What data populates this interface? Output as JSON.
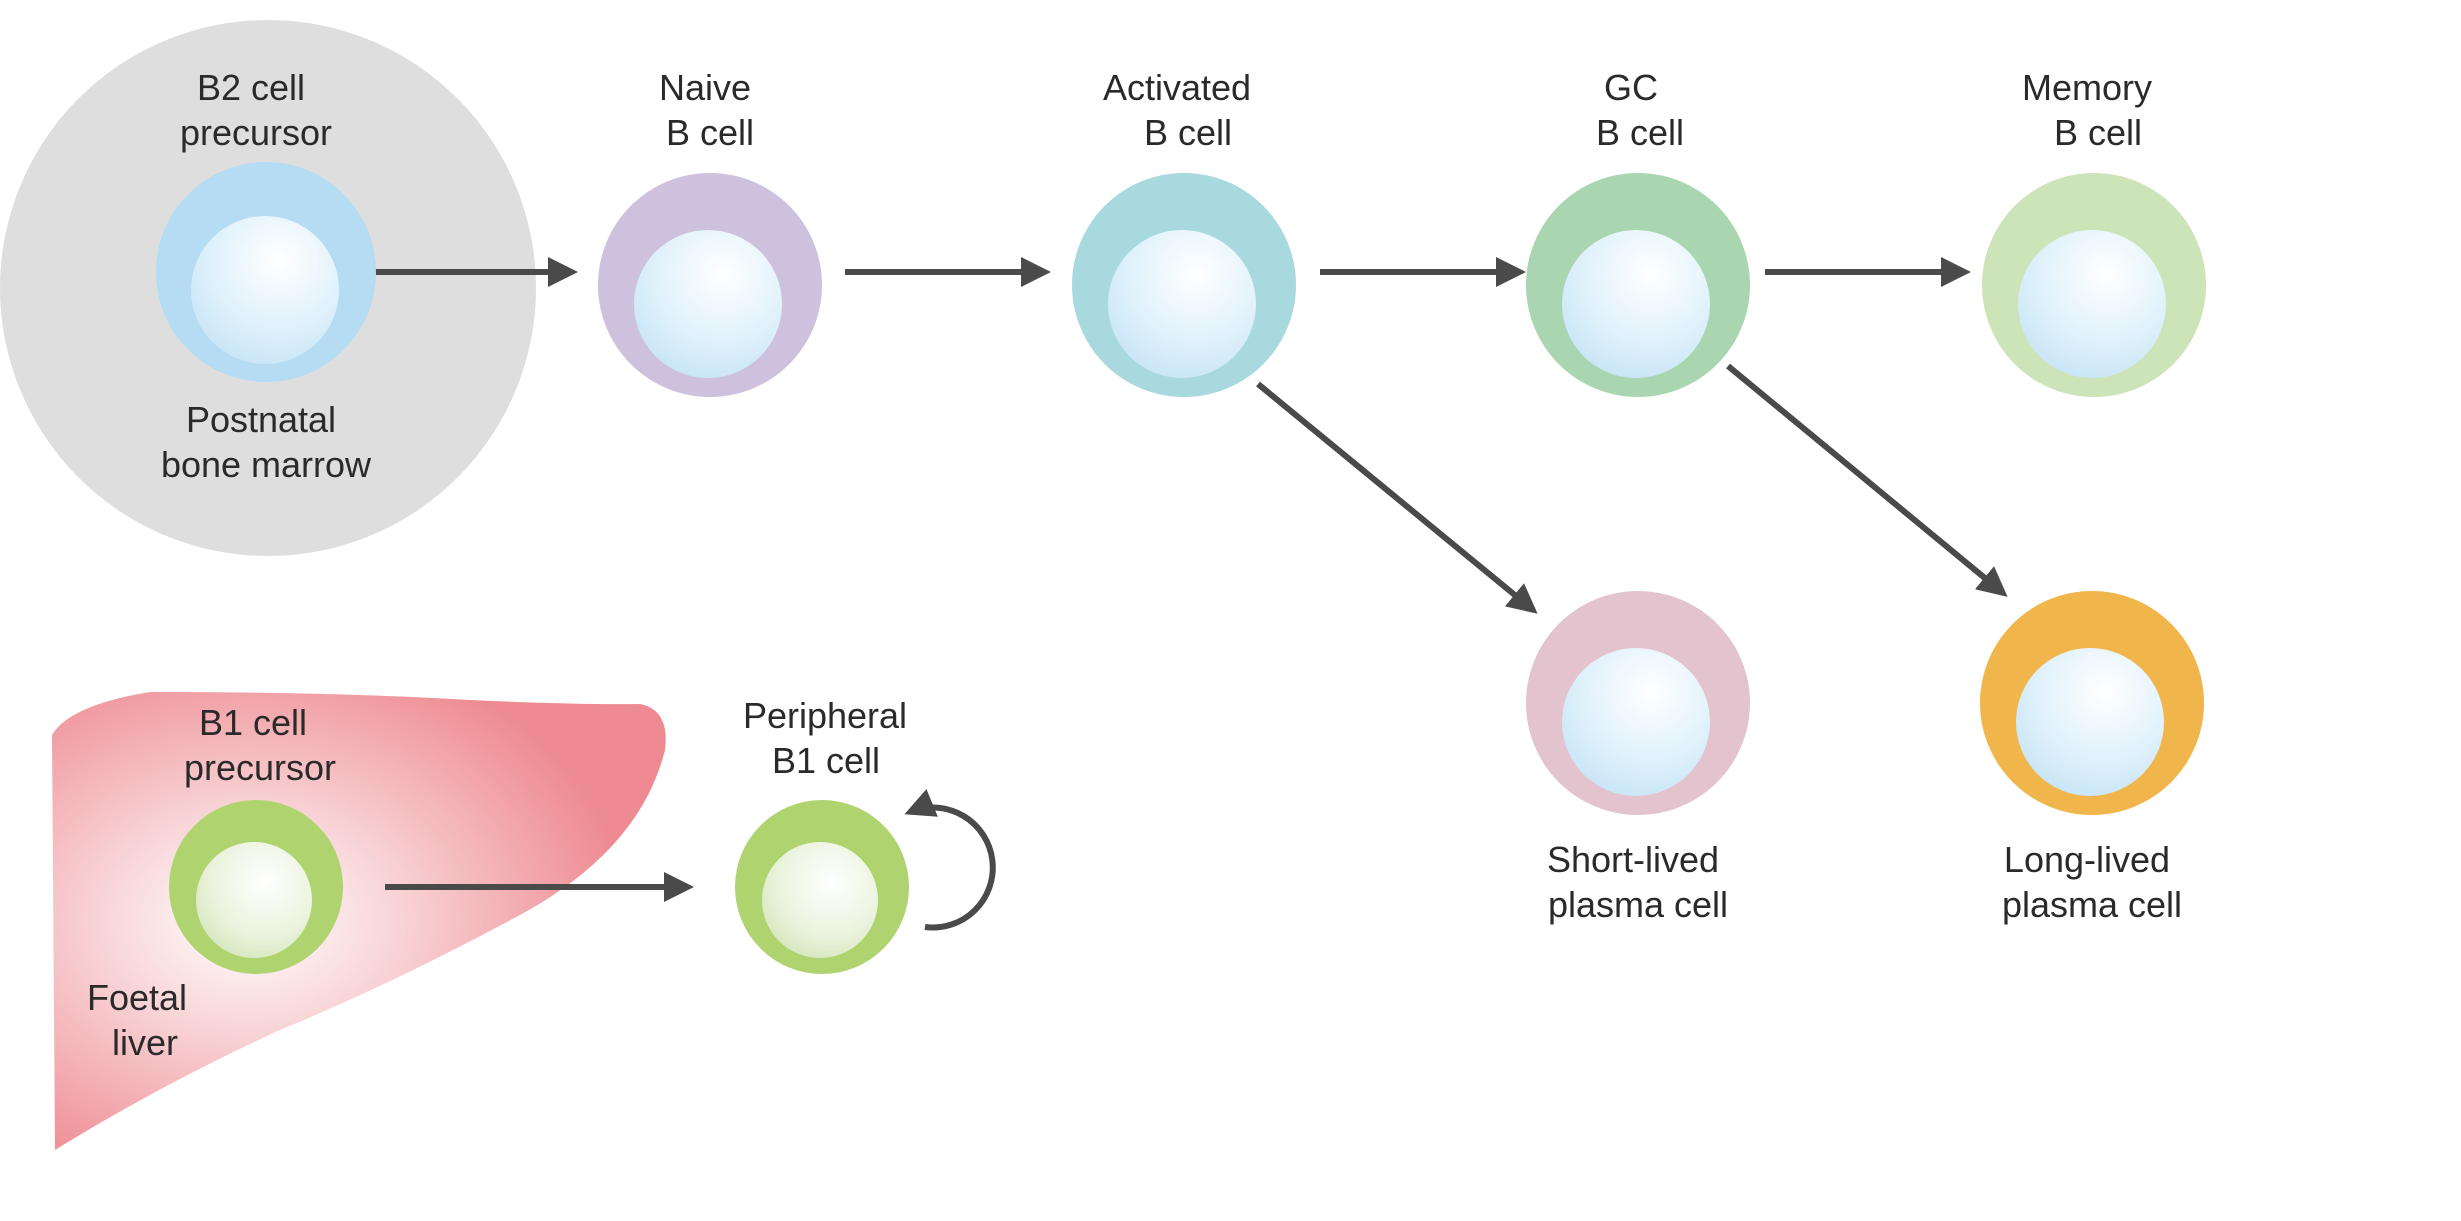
{
  "colors": {
    "bone_marrow_region": "#dedede",
    "b2_precursor": "#b5dcf2",
    "naive": "#cdc1de",
    "activated": "#a8d9de",
    "gc": "#a9d6b0",
    "memory": "#cde3b8",
    "short_lived": "#e3c3cd",
    "long_lived": "#f0b64c",
    "b1": "#afd46f",
    "liver": "#ef8a91",
    "nucleus_blue": "#c9e7f7",
    "nucleus_green": "#dcecc6",
    "arrow": "#4a4a4a"
  },
  "labels": {
    "b2_precursor": [
      "B2 cell",
      "precursor"
    ],
    "bone_marrow": [
      "Postnatal",
      "bone marrow"
    ],
    "naive": [
      "Naive",
      "B cell"
    ],
    "activated": [
      "Activated",
      "B cell"
    ],
    "gc": [
      "GC",
      "B cell"
    ],
    "memory": [
      "Memory",
      "B cell"
    ],
    "short_lived": [
      "Short-lived",
      "plasma cell"
    ],
    "long_lived": [
      "Long-lived",
      "plasma cell"
    ],
    "b1_precursor": [
      "B1 cell",
      "precursor"
    ],
    "peripheral_b1": [
      "Peripheral",
      "B1 cell"
    ],
    "foetal_liver": [
      "Foetal",
      "liver"
    ]
  }
}
